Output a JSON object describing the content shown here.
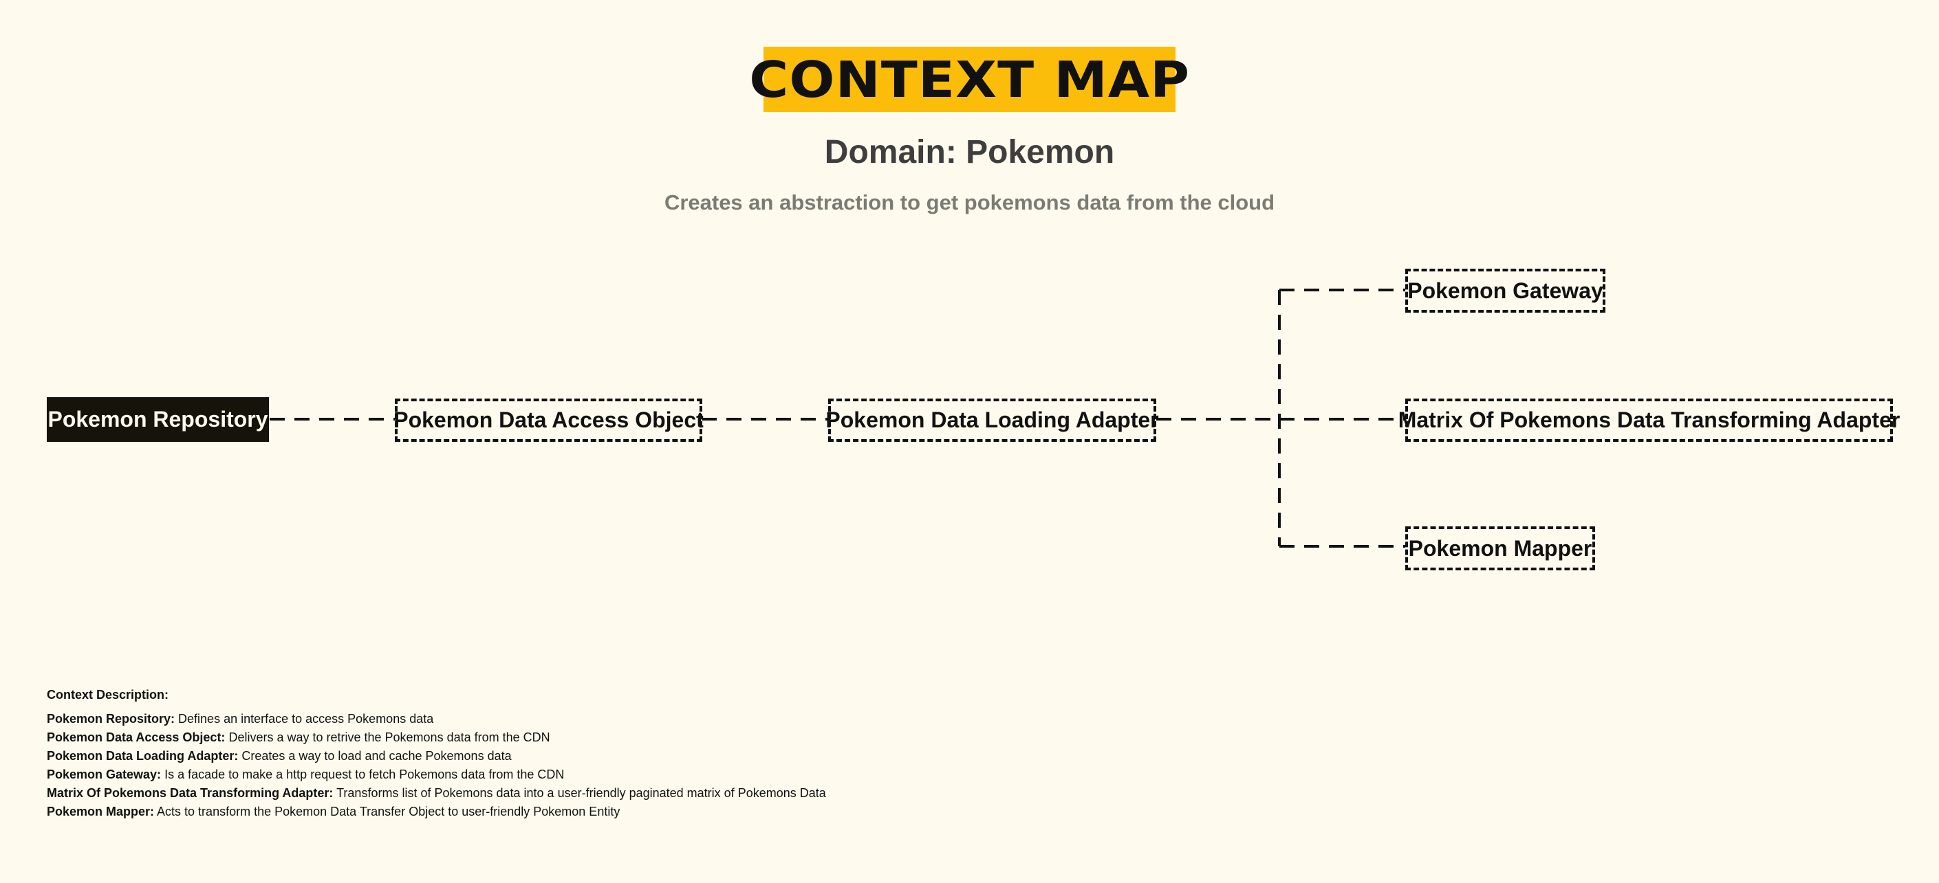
{
  "header": {
    "title": "CONTEXT MAP",
    "domain": "Domain: Pokemon",
    "subtitle": "Creates an abstraction to get pokemons data from the cloud"
  },
  "diagram": {
    "nodes": {
      "repository": "Pokemon Repository",
      "dao": "Pokemon Data Access Object",
      "loading_adapter": "Pokemon Data Loading Adapter",
      "gateway": "Pokemon Gateway",
      "matrix_adapter": "Matrix Of Pokemons Data Transforming Adapter",
      "mapper": "Pokemon Mapper"
    }
  },
  "description": {
    "heading": "Context Description:",
    "items": [
      {
        "term": "Pokemon Repository:",
        "text": " Defines an interface to access Pokemons data"
      },
      {
        "term": "Pokemon Data Access Object:",
        "text": " Delivers a way to retrive the Pokemons data from the CDN"
      },
      {
        "term": "Pokemon Data Loading Adapter:",
        "text": " Creates a way to load and cache Pokemons data"
      },
      {
        "term": "Pokemon Gateway:",
        "text": " Is a facade to make a http request to fetch Pokemons data from the CDN"
      },
      {
        "term": "Matrix Of Pokemons Data Transforming Adapter:",
        "text": " Transforms list of Pokemons data into a user-friendly paginated matrix of Pokemons Data"
      },
      {
        "term": "Pokemon Mapper:",
        "text": " Acts to transform the Pokemon Data Transfer Object to user-friendly Pokemon Entity"
      }
    ]
  }
}
